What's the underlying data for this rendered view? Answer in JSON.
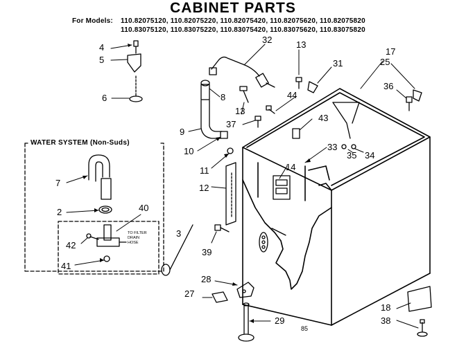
{
  "title": "CABINET PARTS",
  "models": {
    "label": "For Models:",
    "line1": "110.82075120, 110.82075220, 110.82075420, 110.82075620, 110.82075820",
    "line2": "110.83075120, 110.83075220, 110.83075420, 110.83075620, 110.83075820"
  },
  "water_system": {
    "title": "WATER SYSTEM (Non-Suds)",
    "filter_note": [
      "TO FILTER",
      "DRAIN",
      "HOSE"
    ]
  },
  "callouts": {
    "c2": "2",
    "c3": "3",
    "c4": "4",
    "c5": "5",
    "c6": "6",
    "c7": "7",
    "c8": "8",
    "c9": "9",
    "c10": "10",
    "c11": "11",
    "c12": "12",
    "c13a": "13",
    "c13b": "13",
    "c14": "14",
    "c17": "17",
    "c18": "18",
    "c25": "25",
    "c27": "27",
    "c28": "28",
    "c29": "29",
    "c31": "31",
    "c32": "32",
    "c33": "33",
    "c34": "34",
    "c35": "35",
    "c36": "36",
    "c37": "37",
    "c38": "38",
    "c39": "39",
    "c40": "40",
    "c41": "41",
    "c42": "42",
    "c43": "43",
    "c44": "44"
  },
  "footer_code": "85"
}
